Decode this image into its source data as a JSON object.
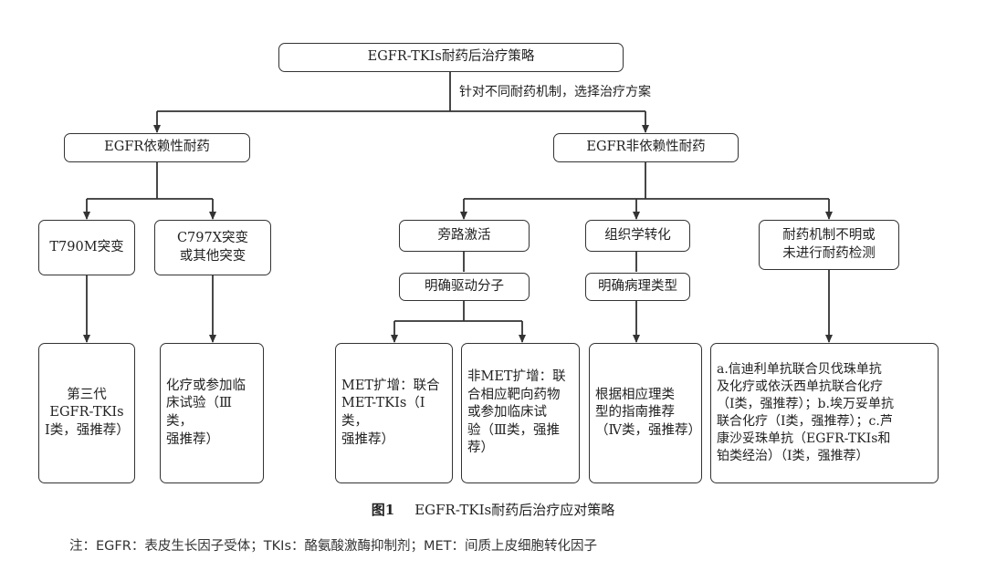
{
  "root": {
    "label": "EGFR-TKIs耐药后治疗策略"
  },
  "edge_label": "针对不同耐药机制，选择治疗方案",
  "branches": {
    "egfr_dependent": {
      "label": "EGFR依赖性耐药",
      "t790m": {
        "label": "T790M突变",
        "recommendation": "第三代\nEGFR-TKIs\nⅠ类，强推荐）"
      },
      "c797x": {
        "label": "C797X突变\n或其他突变",
        "recommendation": "化疗或参加临\n床试验（Ⅲ类，\n强推荐）"
      }
    },
    "egfr_independent": {
      "label": "EGFR非依赖性耐药",
      "bypass": {
        "label": "旁路激活",
        "sub_label": "明确驱动分子",
        "met_amp": "MET扩增：联合\nMET-TKIs（Ⅰ类，\n强推荐）",
        "non_met": "非MET扩增：联\n合相应靶向药物\n或参加临床试\n验（Ⅲ类，强推\n荐）"
      },
      "histologic": {
        "label": "组织学转化",
        "sub_label": "明确病理类型",
        "recommendation": "根据相应理类\n型的指南推荐\n（Ⅳ类，强推荐）"
      },
      "unknown": {
        "label": "耐药机制不明或\n未进行耐药检测",
        "recommendation": "a.信迪利单抗联合贝伐珠单抗\n及化疗或依沃西单抗联合化疗\n（Ⅰ类，强推荐）；b.埃万妥单抗\n联合化疗（Ⅰ类，强推荐）；c.芦\n康沙妥珠单抗（EGFR-TKIs和\n铂类经治）（Ⅰ类，强推荐）"
      }
    }
  },
  "caption": {
    "figure_label": "图1",
    "title": "EGFR-TKIs耐药后治疗应对策略"
  },
  "note": "注：EGFR：表皮生长因子受体；TKIs：酪氨酸激酶抑制剂；MET：间质上皮细胞转化因子"
}
